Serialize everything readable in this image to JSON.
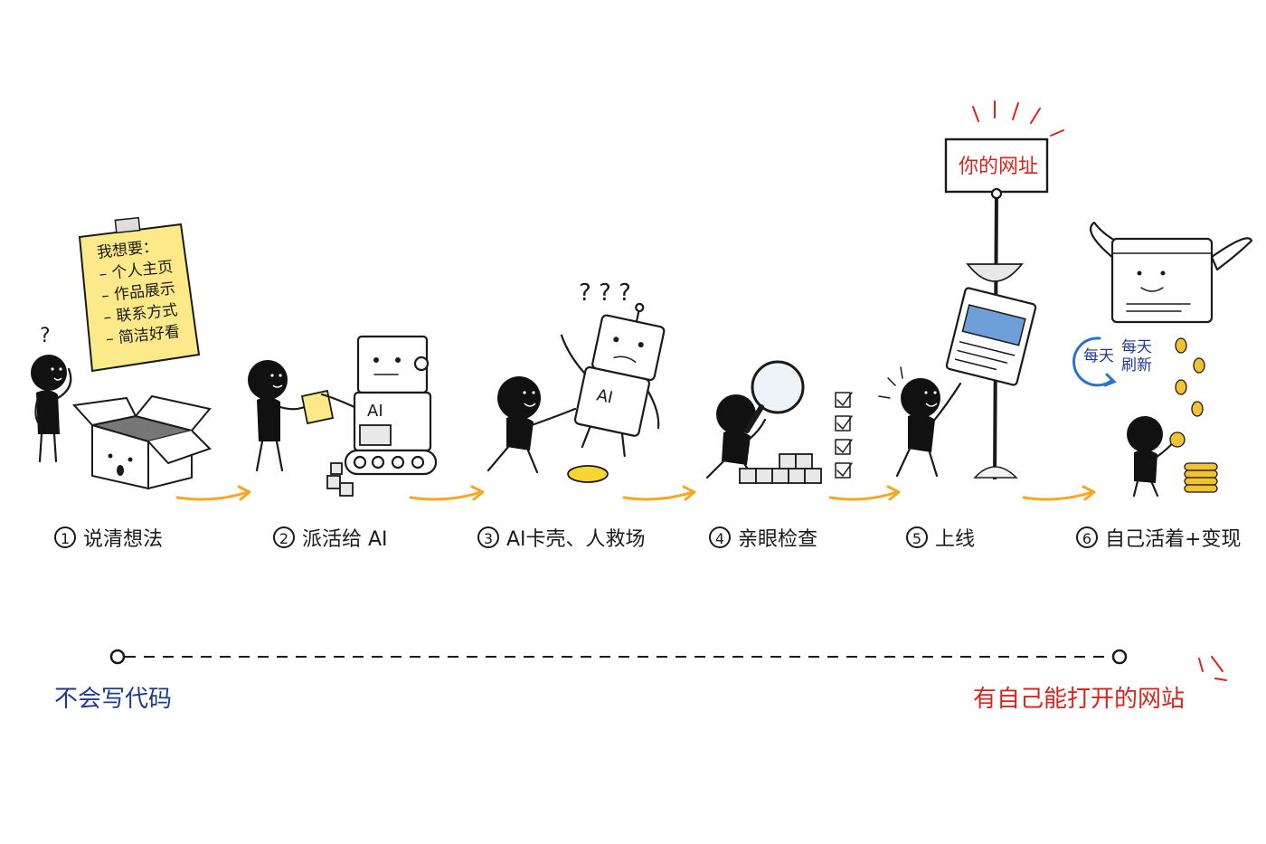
{
  "steps": [
    {
      "number": "1",
      "label": "说清想法"
    },
    {
      "number": "2",
      "label": "派活给 AI"
    },
    {
      "number": "3",
      "label": "AI卡壳、人救场"
    },
    {
      "number": "4",
      "label": "亲眼检查"
    },
    {
      "number": "5",
      "label": "上线"
    },
    {
      "number": "6",
      "label": "自己活着+变现"
    }
  ],
  "note": {
    "title": "我想要：",
    "items": [
      "– 个人主页",
      "– 作品展示",
      "– 联系方式",
      "– 简洁好看"
    ]
  },
  "robot_chest_label": "AI",
  "robot2_chest_label": "AI",
  "question_mark": "?",
  "sign": {
    "text": "你的网址"
  },
  "refresh": {
    "left": "每天",
    "right_line1": "每天",
    "right_line2": "刷新"
  },
  "timeline": {
    "start_label": "不会写代码",
    "end_label": "有自己能打开的网站",
    "start_color": "#1f3a93",
    "end_color": "#d9241c"
  },
  "colors": {
    "arrow": "#f5a623",
    "note": "#fbe98a",
    "accent_red": "#d9241c",
    "accent_blue": "#1f3a93"
  }
}
